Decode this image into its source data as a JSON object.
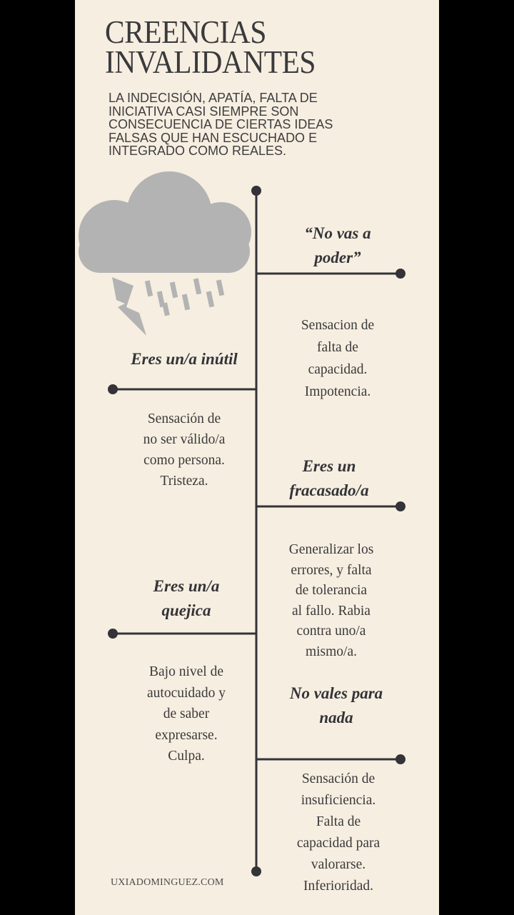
{
  "title": "CREENCIAS\nINVALIDANTES",
  "subtitle": "LA INDECISIÓN, APATÍA, FALTA DE\nINICIATIVA CASI SIEMPRE SON\nCONSECUENCIA DE CIERTAS IDEAS\nFALSAS QUE HAN ESCUCHADO E\nINTEGRADO COMO REALES.",
  "icon": "storm-cloud-icon",
  "colors": {
    "background": "#f6eee0",
    "ink": "#333338",
    "cloud": "#b3b3b3"
  },
  "beliefs": [
    {
      "heading": "“No vas a\npoder”",
      "description": "Sensacion de\nfalta de\ncapacidad.\nImpotencia.",
      "side": "right"
    },
    {
      "heading": "Eres un/a inútil",
      "description": "Sensación de\nno ser válido/a\ncomo persona.\nTristeza.",
      "side": "left"
    },
    {
      "heading": "Eres un\nfracasado/a",
      "description": "Generalizar los\nerrores, y  falta\nde tolerancia\nal fallo. Rabia\ncontra uno/a\nmismo/a.",
      "side": "right"
    },
    {
      "heading": "Eres un/a\nquejica",
      "description": "Bajo nivel de\nautocuidado y\nde saber\nexpresarse.\nCulpa.",
      "side": "left"
    },
    {
      "heading": "No vales para\nnada",
      "description": "Sensación de\ninsuficiencia.\nFalta de\ncapacidad para\nvalorarse.\nInferioridad.",
      "side": "right"
    }
  ],
  "footer": "UXIADOMINGUEZ.COM"
}
